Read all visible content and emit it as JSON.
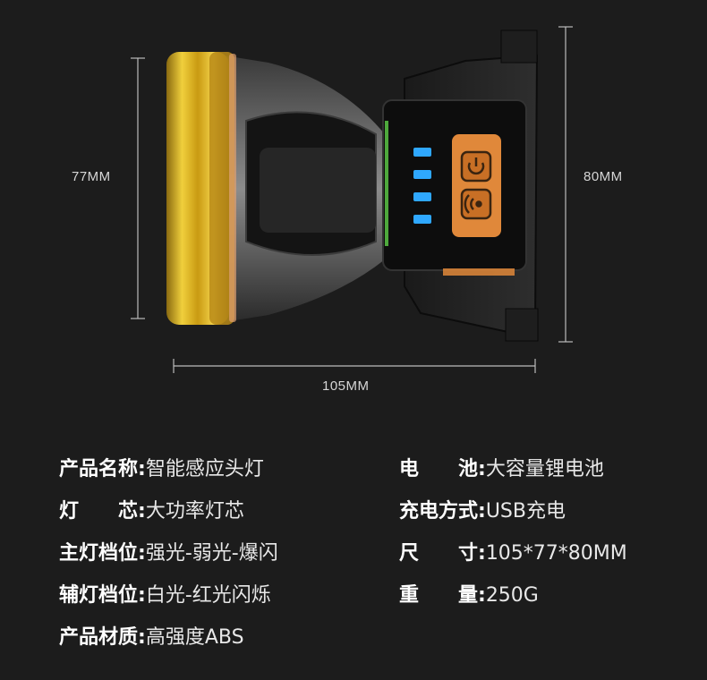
{
  "dimensions": {
    "height": "77MM",
    "depth": "80MM",
    "width": "105MM"
  },
  "specs": [
    {
      "label": "产品名称:",
      "value": "智能感应头灯"
    },
    {
      "label": "电　　池:",
      "value": "大容量锂电池"
    },
    {
      "label": "灯　　芯:",
      "value": "大功率灯芯"
    },
    {
      "label": "充电方式:",
      "value": "USB充电"
    },
    {
      "label": "主灯档位:",
      "value": "强光-弱光-爆闪"
    },
    {
      "label": "尺　　寸:",
      "value": "105*77*80MM"
    },
    {
      "label": "辅灯档位:",
      "value": "白光-红光闪烁"
    },
    {
      "label": "重　　量:",
      "value": "250G"
    },
    {
      "label": "产品材质:",
      "value": "高强度ABS"
    }
  ],
  "colors": {
    "background": "#1c1c1c",
    "gold_ring": "#d4a81e",
    "button_orange": "#e0883a",
    "indicator_blue": "#2fa8ff"
  }
}
